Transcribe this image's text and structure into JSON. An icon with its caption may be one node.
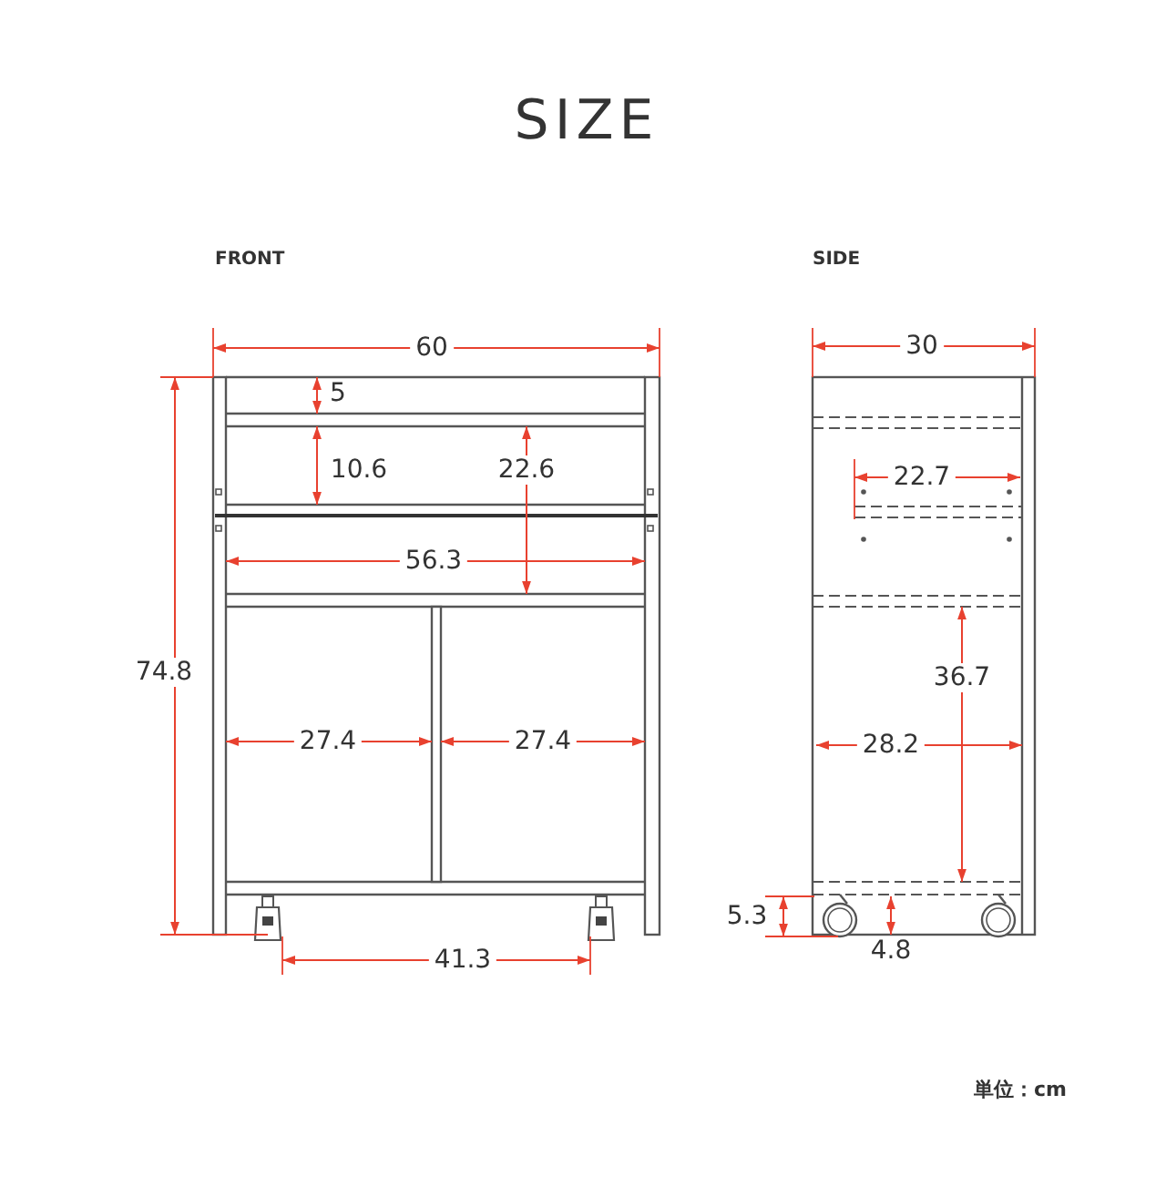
{
  "diagram": {
    "title": "SIZE",
    "labels": [
      "FRONT",
      "SIDE",
      "60",
      "30",
      "5",
      "10.6",
      "22.6",
      "22.7",
      "56.3",
      "74.8",
      "36.7",
      "27.4",
      "27.4",
      "28.2",
      "5.3",
      "4.8",
      "41.3",
      "単位：cm"
    ]
  }
}
